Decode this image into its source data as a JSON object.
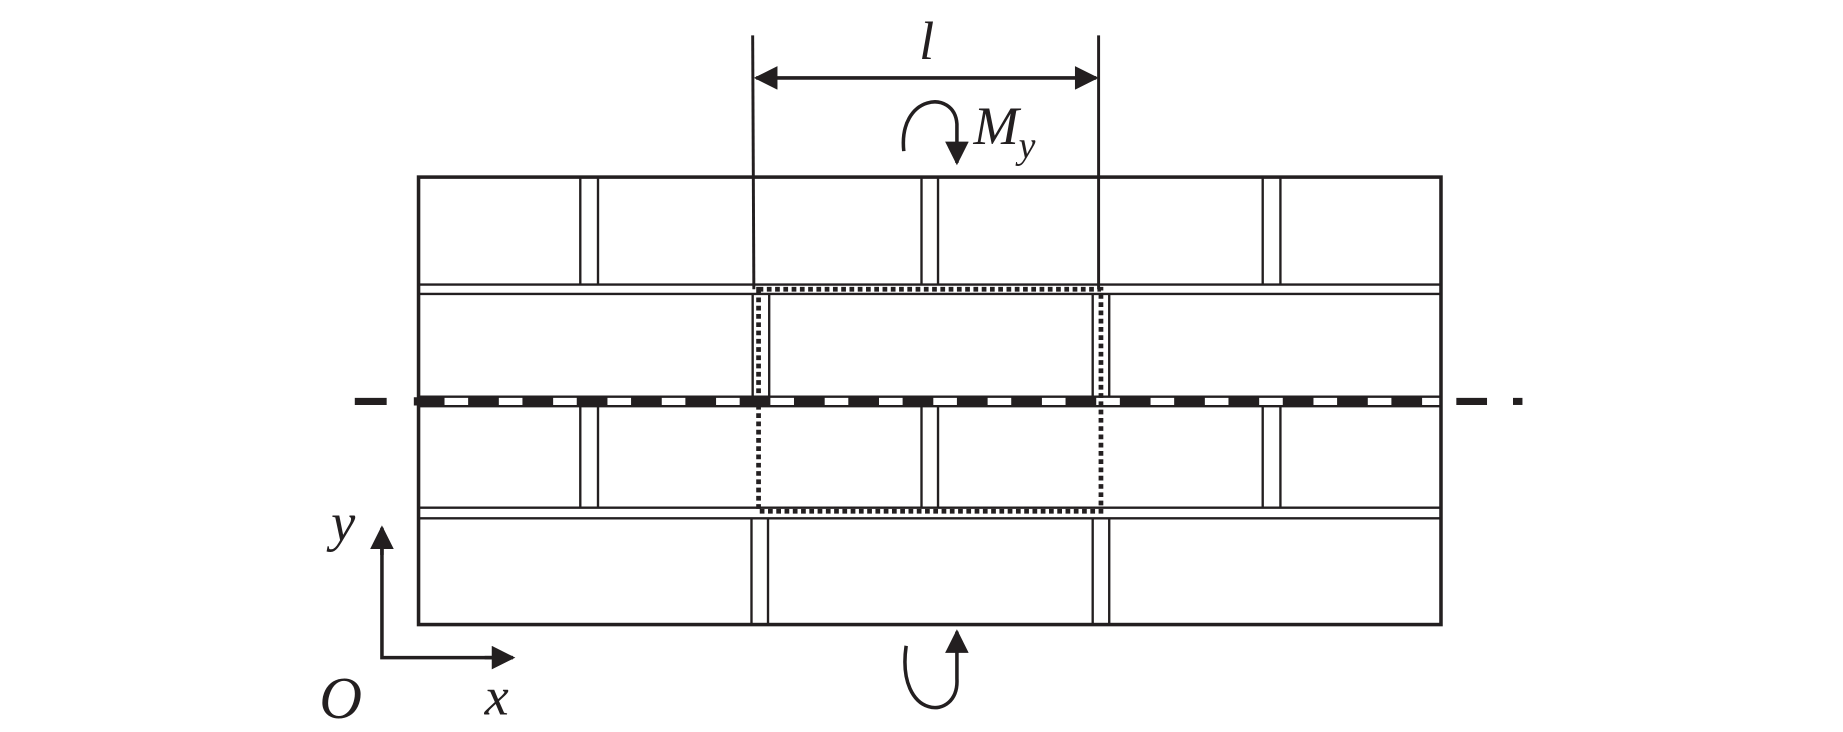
{
  "diagram": {
    "dimension_label": "l",
    "moment_label": "M",
    "moment_subscript": "y",
    "axis_y_label": "y",
    "axis_x_label": "x",
    "origin_label": "O",
    "line_color": "#231f20"
  }
}
